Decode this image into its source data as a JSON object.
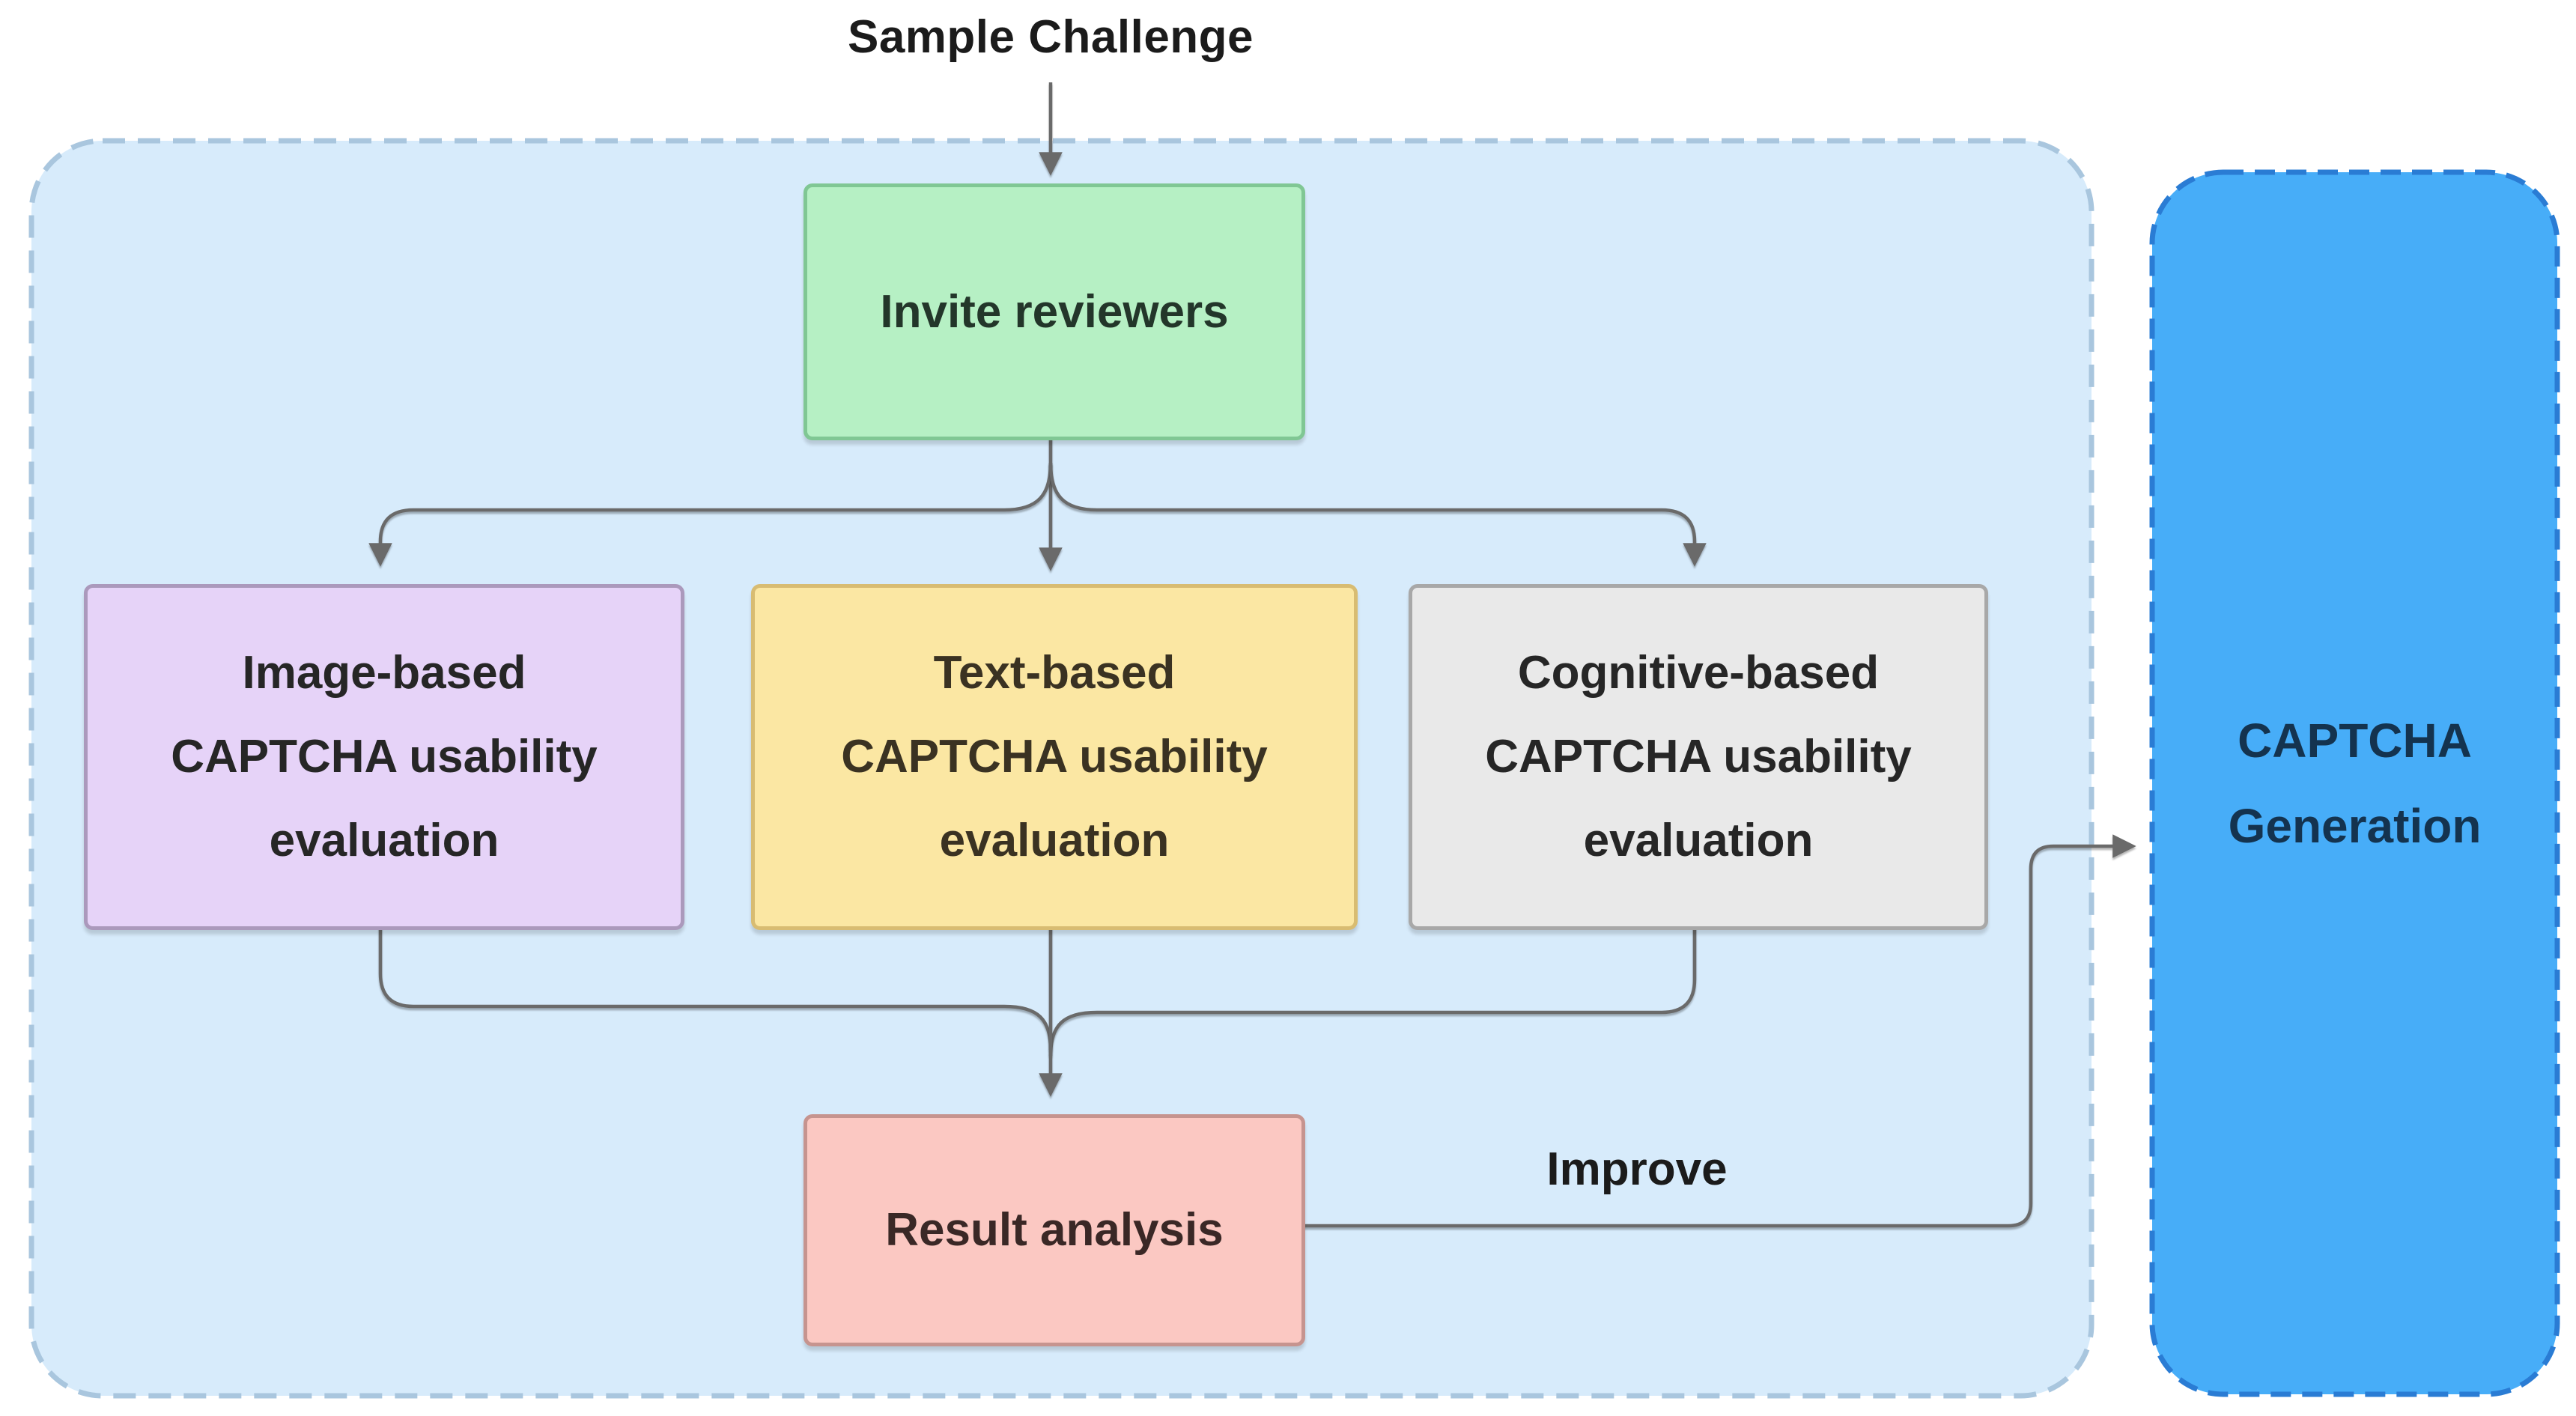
{
  "diagram_title": "Sample Challenge",
  "nodes": {
    "invite": {
      "label": "Invite reviewers",
      "fill": "#b6f0c4",
      "border": "#80c794"
    },
    "image_based": {
      "label": "Image-based\nCAPTCHA usability\nevaluation",
      "fill": "#e6d3f8",
      "border": "#ab99bc"
    },
    "text_based": {
      "label": "Text-based\nCAPTCHA usability\nevaluation",
      "fill": "#fbe7a3",
      "border": "#d8bc72"
    },
    "cognitive_based": {
      "label": "Cognitive-based\nCAPTCHA usability\nevaluation",
      "fill": "#e9e9e9",
      "border": "#a8a8a8"
    },
    "result": {
      "label": "Result analysis",
      "fill": "#fbc8c2",
      "border": "#c6948f"
    },
    "generation": {
      "label": "CAPTCHA\nGeneration",
      "fill": "#47adf8",
      "border": "#2a7cd4"
    }
  },
  "edge_labels": {
    "improve": "Improve"
  },
  "colors": {
    "page_background": "#ffffff",
    "container_fill": "#d7ebfb",
    "container_border": "#a9c6de",
    "generation_fill": "#47adf8",
    "generation_border": "#2a7cd4",
    "generation_text": "#14334f",
    "arrow": "#6a6a6a",
    "label_text": "#1b1b1b"
  }
}
